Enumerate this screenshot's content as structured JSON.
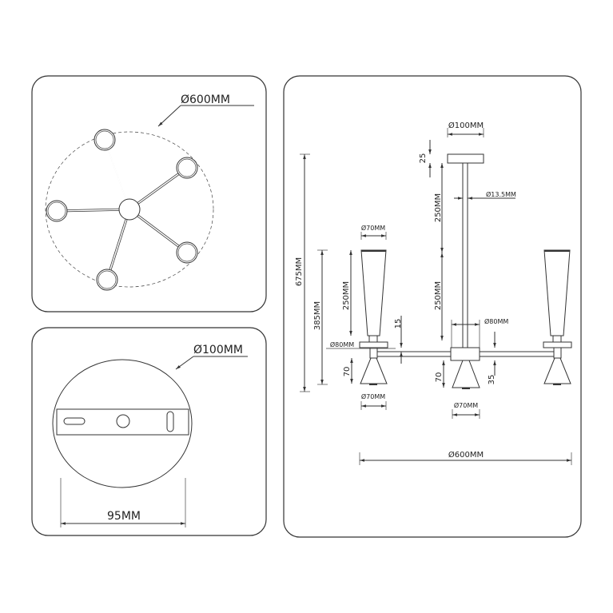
{
  "top_view": {
    "diameter_label": "Ø600MM",
    "arm_count": 5
  },
  "canopy_view": {
    "diameter_label": "Ø100MM",
    "width_label": "95MM"
  },
  "side_view": {
    "canopy_diameter": "Ø100MM",
    "canopy_height": "25",
    "rod_upper": "250MM",
    "rod_diameter": "Ø13.5MM",
    "rod_lower": "250MM",
    "total_height": "675MM",
    "arm_height": "385MM",
    "shade_height": "250MM",
    "shade_diameter": "Ø70MM",
    "plate_diameter_left": "Ø80MM",
    "gap": "15",
    "cone_height_left": "70",
    "cone_diameter_left": "Ø70MM",
    "hub_diameter": "Ø80MM",
    "cone_height_center": "70",
    "hub_offset": "35",
    "cone_diameter_center": "Ø70MM",
    "overall_width": "Ø600MM"
  }
}
